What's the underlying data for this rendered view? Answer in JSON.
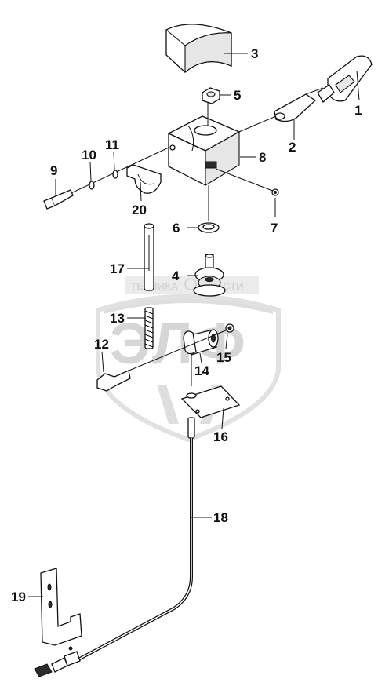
{
  "watermark": {
    "logo_text": "ЭЛФ",
    "ribbon_left": "ТЕХНИКА",
    "ribbon_right": "ЧАСТИ"
  },
  "callouts": [
    {
      "id": "1",
      "label": "1"
    },
    {
      "id": "2",
      "label": "2"
    },
    {
      "id": "3",
      "label": "3"
    },
    {
      "id": "4",
      "label": "4"
    },
    {
      "id": "5",
      "label": "5"
    },
    {
      "id": "6",
      "label": "6"
    },
    {
      "id": "7",
      "label": "7"
    },
    {
      "id": "8",
      "label": "8"
    },
    {
      "id": "9",
      "label": "9"
    },
    {
      "id": "10",
      "label": "10"
    },
    {
      "id": "11",
      "label": "11"
    },
    {
      "id": "12",
      "label": "12"
    },
    {
      "id": "13",
      "label": "13"
    },
    {
      "id": "14",
      "label": "14"
    },
    {
      "id": "15",
      "label": "15"
    },
    {
      "id": "16",
      "label": "16"
    },
    {
      "id": "17",
      "label": "17"
    },
    {
      "id": "18",
      "label": "18"
    },
    {
      "id": "19",
      "label": "19"
    },
    {
      "id": "20",
      "label": "20"
    }
  ]
}
